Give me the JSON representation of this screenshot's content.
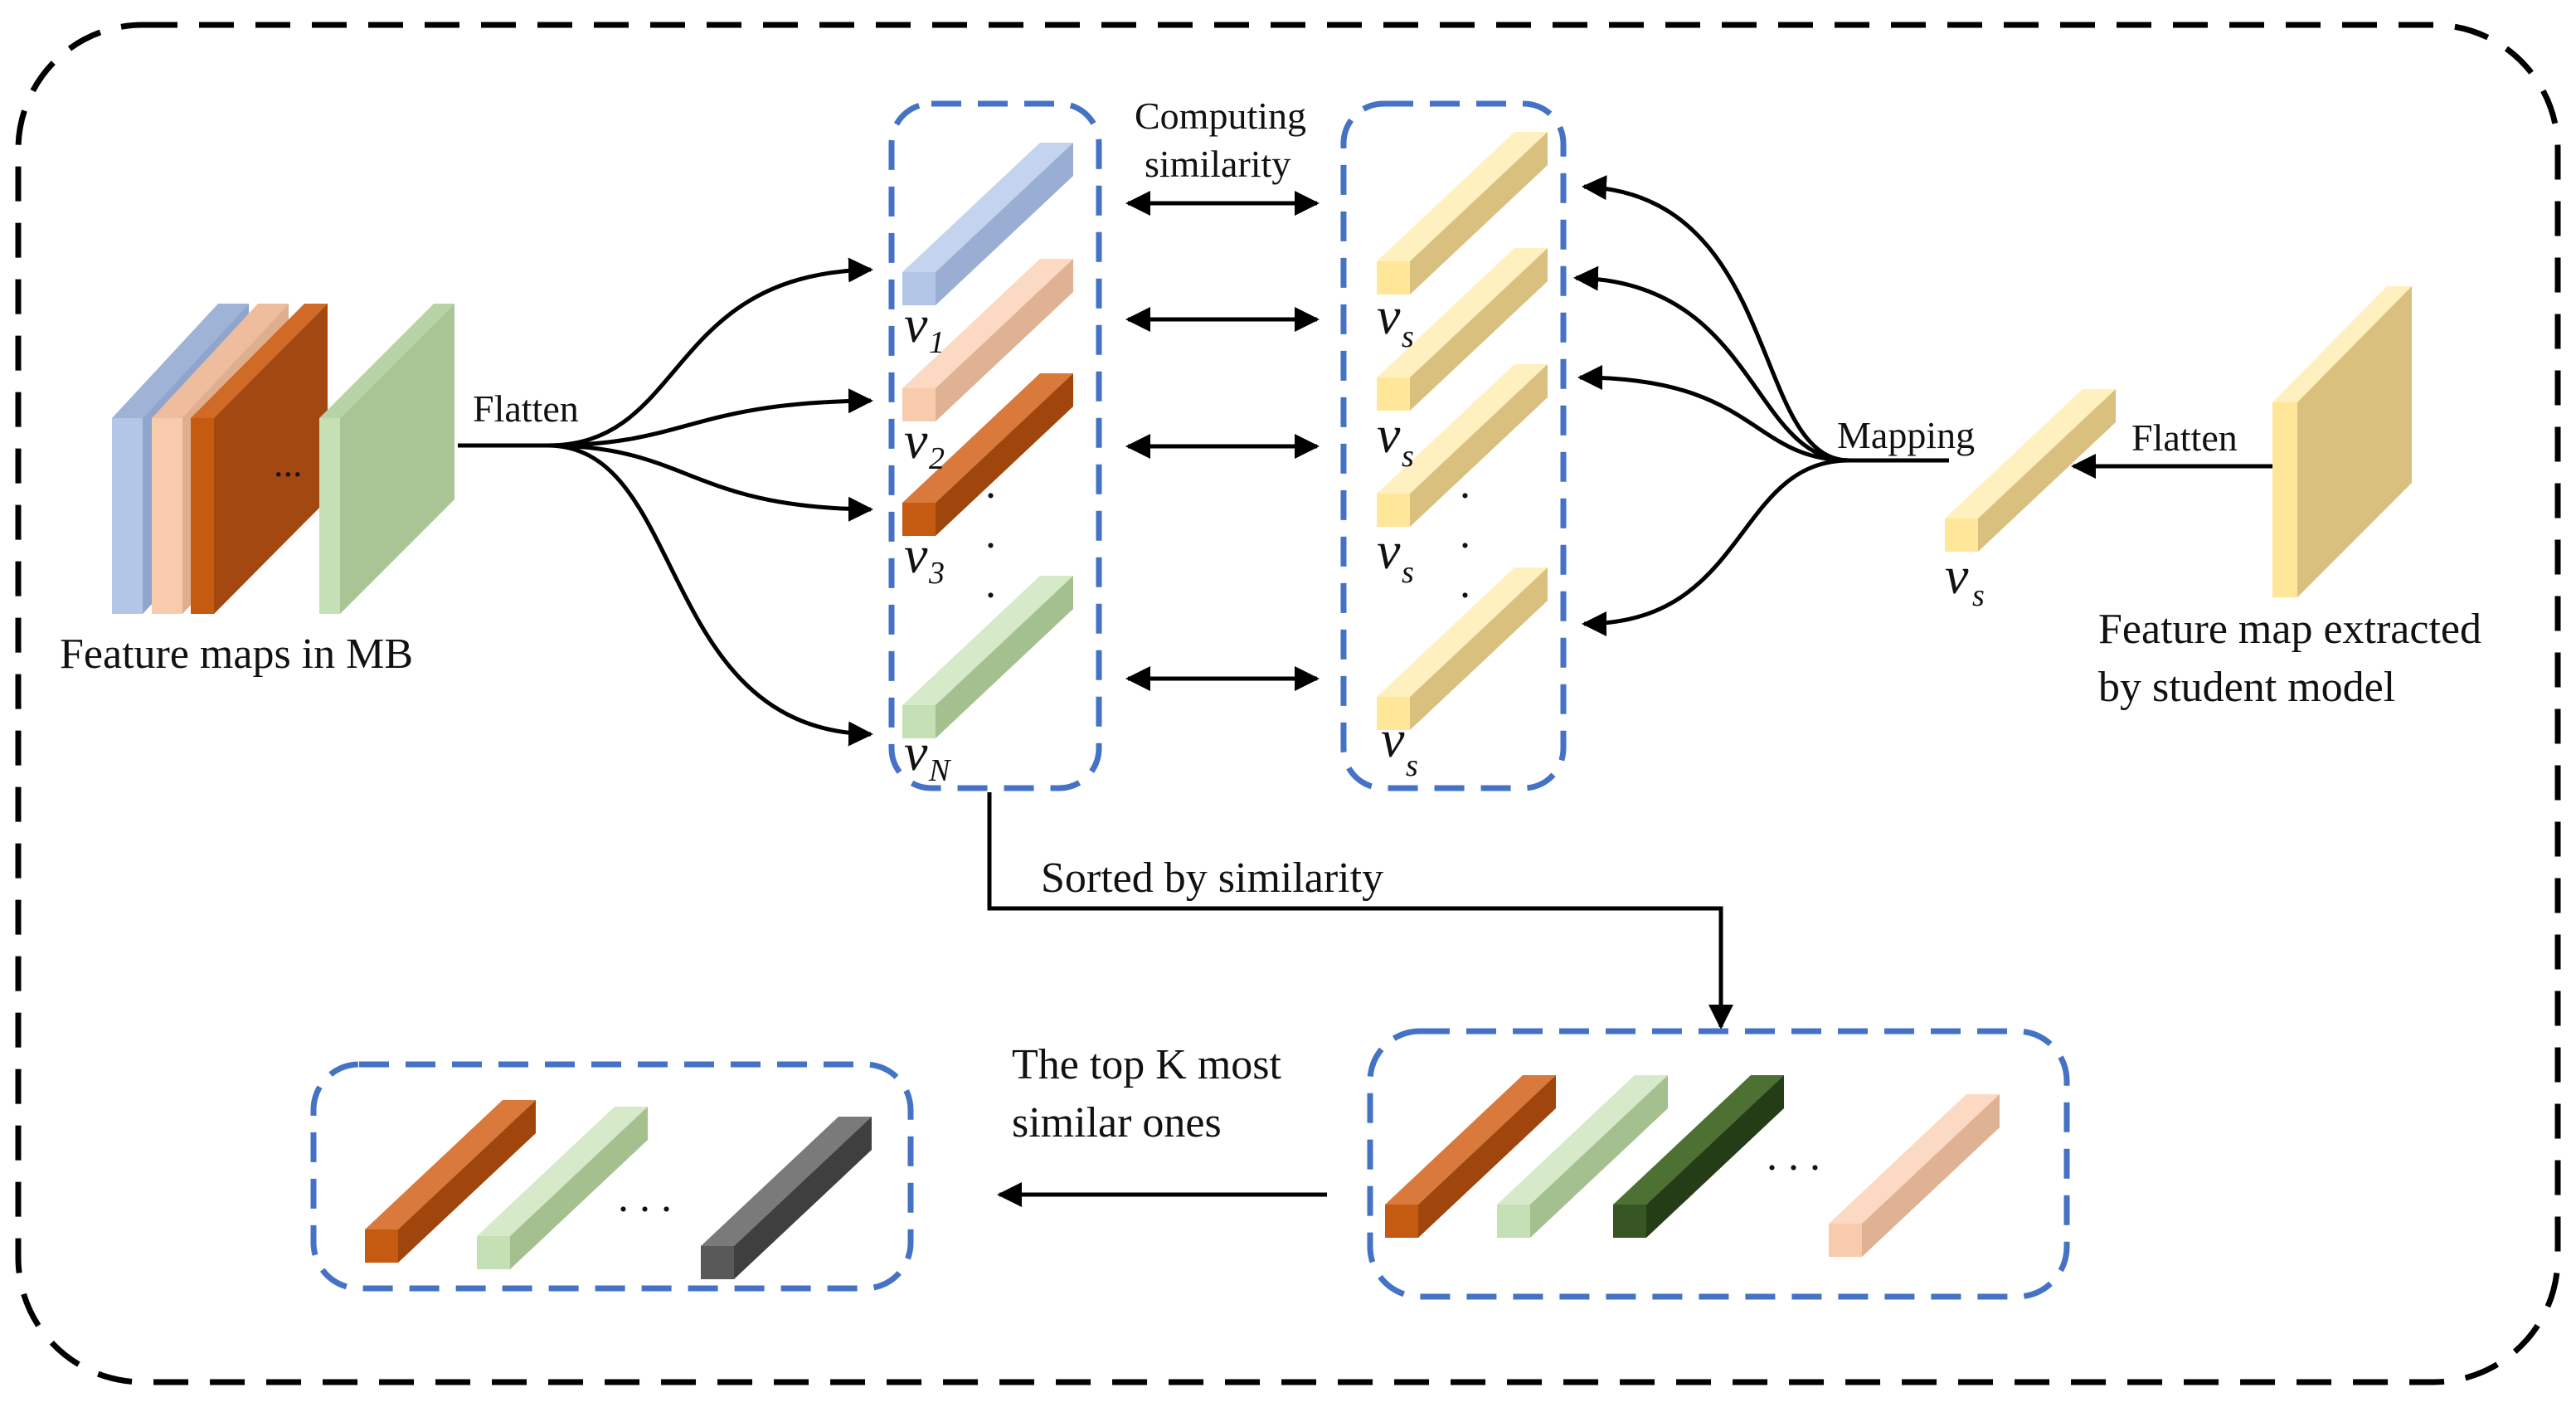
{
  "texts": {
    "feature_maps_mb": "Feature maps in MB",
    "flatten_left": "Flatten",
    "ellipsis_maps": "...",
    "computing_line1": "Computing",
    "computing_line2": "similarity",
    "mapping": "Mapping",
    "flatten_right": "Flatten",
    "student_line1": "Feature map extracted",
    "student_line2": "by student model",
    "sorted_by": "Sorted by similarity",
    "topk_line1": "The top K most",
    "topk_line2": "similar ones",
    "dots_h": ". . .",
    "dot": "."
  },
  "symbols": {
    "v": "v",
    "sub_1": "1",
    "sub_2": "2",
    "sub_3": "3",
    "sub_N": "N",
    "sub_s": "s"
  },
  "colors": {
    "blue": "#b4c6e7",
    "peach": "#f8cbad",
    "orange": "#c55a11",
    "green_light": "#c5e0b4",
    "green_dark": "#375623",
    "gray_dark": "#595959",
    "yellow": "#ffe699",
    "tan": "#d9c07f",
    "map_green": "#a9c596",
    "frame_blue": "#4472c4",
    "black": "#000000"
  }
}
